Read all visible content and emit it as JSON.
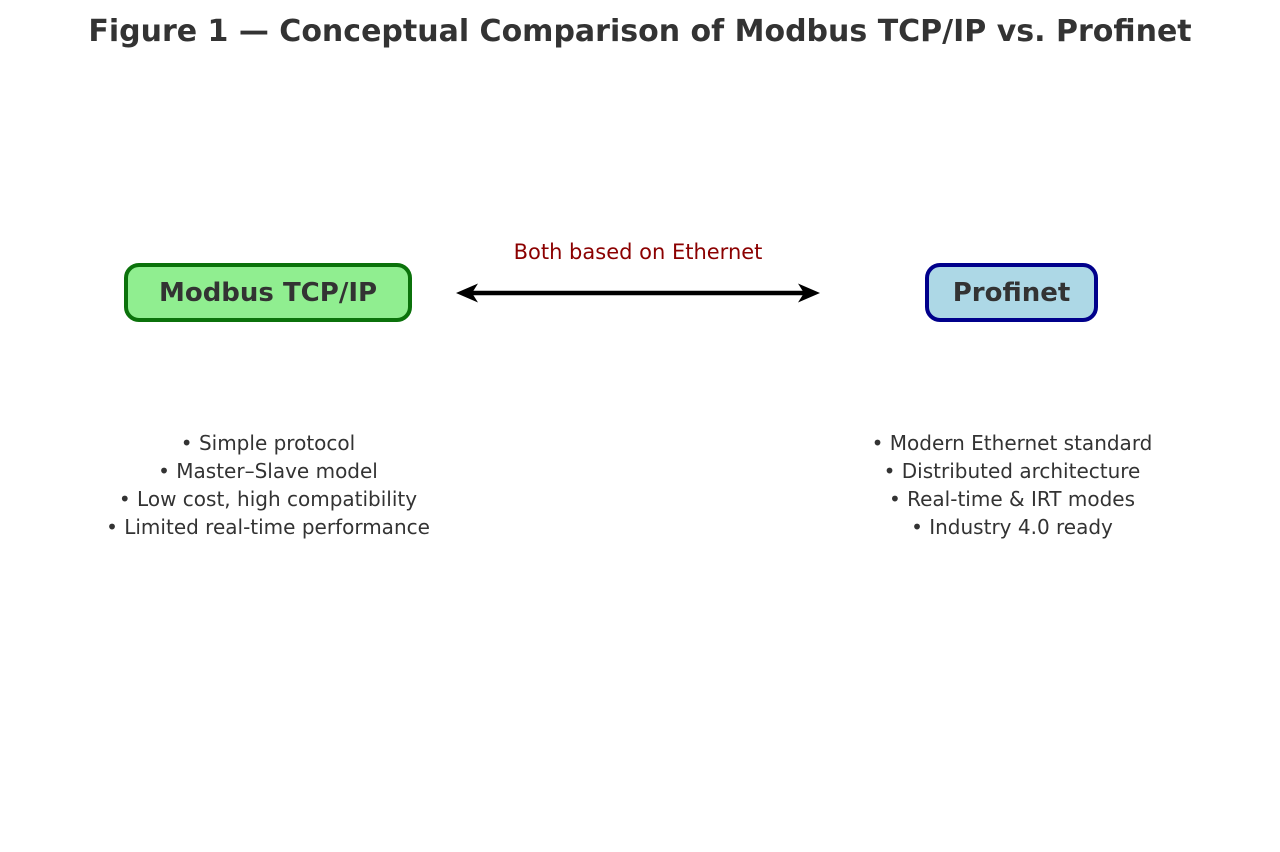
{
  "title": "Figure 1 — Conceptual Comparison of Modbus TCP/IP vs. Profinet",
  "text_color": "#333333",
  "bullet_char": "•",
  "connection": {
    "label": "Both based on Ethernet",
    "label_color": "#8B0000",
    "arrow_color": "#000000"
  },
  "left": {
    "name": "Modbus TCP/IP",
    "fill": "#90EE90",
    "border": "#0B720B",
    "bullets": [
      "Simple protocol",
      "Master–Slave model",
      "Low cost, high compatibility",
      "Limited real-time performance"
    ]
  },
  "right": {
    "name": "Profinet",
    "fill": "#ADD8E6",
    "border": "#00008B",
    "bullets": [
      "Modern Ethernet standard",
      "Distributed architecture",
      "Real-time & IRT modes",
      "Industry 4.0 ready"
    ]
  }
}
